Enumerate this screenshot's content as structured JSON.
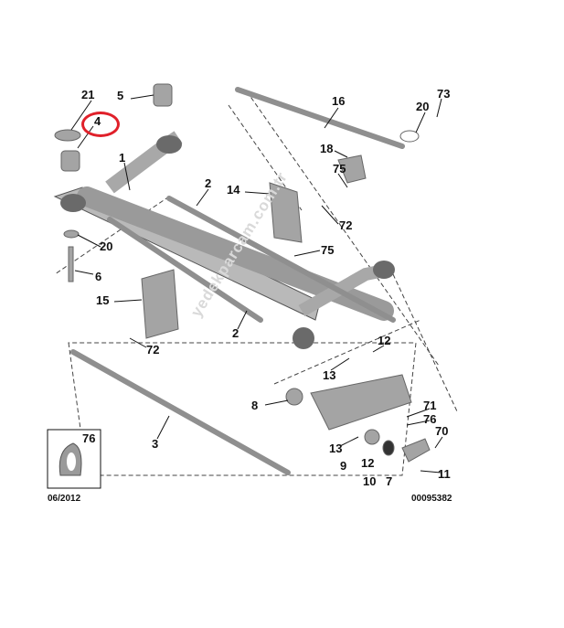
{
  "diagram": {
    "labels": [
      "21",
      "4",
      "5",
      "1",
      "2",
      "14",
      "20",
      "6",
      "15",
      "2",
      "72",
      "16",
      "73",
      "20",
      "18",
      "75",
      "72",
      "75",
      "12",
      "13",
      "8",
      "71",
      "76",
      "70",
      "3",
      "13",
      "9",
      "12",
      "10",
      "7",
      "11"
    ],
    "highlighted_label": "4",
    "inset_label": "76",
    "date_code": "06/2012",
    "diagram_number": "00095382",
    "watermark": "yedekparcam.com.tr",
    "highlight_color": "#e0202a"
  }
}
